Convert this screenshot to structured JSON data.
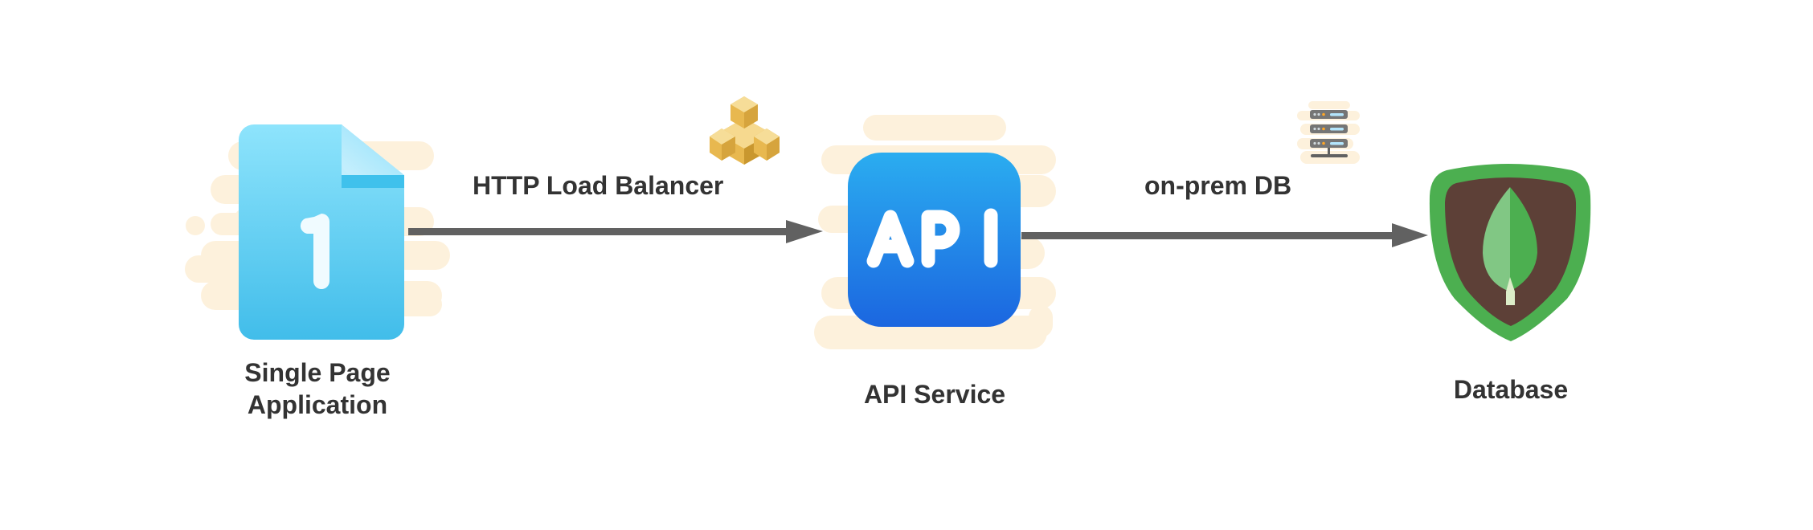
{
  "diagram": {
    "type": "architecture-flow",
    "nodes": [
      {
        "id": "spa",
        "label_line1": "Single Page",
        "label_line2": "Application",
        "icon": "document-number-1-icon"
      },
      {
        "id": "api",
        "label": "API Service",
        "icon": "api-icon",
        "icon_text": "API"
      },
      {
        "id": "db",
        "label": "Database",
        "icon": "mongodb-leaf-shield-icon"
      }
    ],
    "edges": [
      {
        "from": "spa",
        "to": "api",
        "label": "HTTP Load Balancer",
        "icon": "load-balancer-cubes-icon"
      },
      {
        "from": "api",
        "to": "db",
        "label": "on-prem DB",
        "icon": "server-rack-icon"
      }
    ],
    "doc_number": "1"
  },
  "colors": {
    "text": "#333333",
    "arrow": "#616161",
    "cloud": "#fdf1dc",
    "doc_top": "#8ee4fc",
    "doc_bottom": "#41bdea",
    "api_top": "#2badf0",
    "api_bottom": "#1b66e0",
    "shield_outer": "#4caf50",
    "shield_inner": "#5d4037",
    "leaf_light": "#81c784",
    "leaf_dark": "#4caf50",
    "stem": "#dcedc8",
    "cube": "#e8b84f"
  }
}
